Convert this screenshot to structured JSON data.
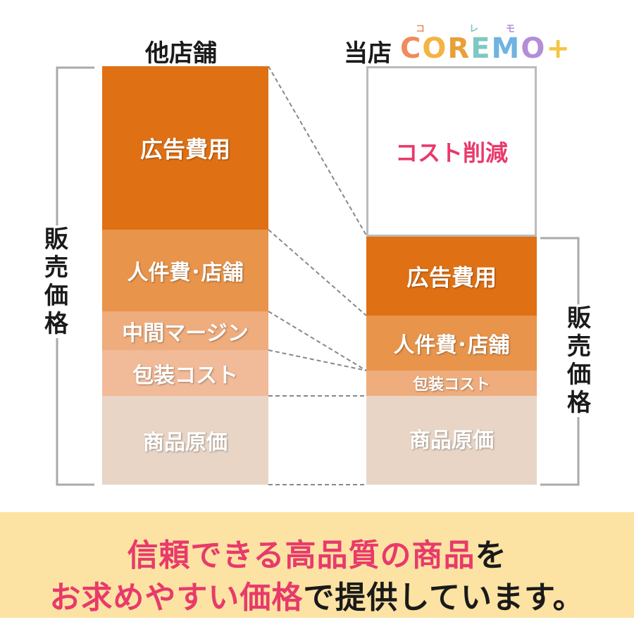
{
  "left_header": "他店舗",
  "right_header_prefix": "当店",
  "logo": {
    "letters": [
      {
        "ch": "C",
        "color": "#f08a5d"
      },
      {
        "ch": "O",
        "color": "#f5b342"
      },
      {
        "ch": "R",
        "color": "#e8a03a"
      },
      {
        "ch": "E",
        "color": "#7ec8c4"
      },
      {
        "ch": "M",
        "color": "#6fb3e0"
      },
      {
        "ch": "O",
        "color": "#b38ed6"
      },
      {
        "ch": "+",
        "color": "#f5c542"
      }
    ],
    "kana": [
      "コ",
      "レ",
      "モ"
    ]
  },
  "left_segments": [
    {
      "label": "広告費用",
      "color": "#e07014"
    },
    {
      "label": "人件費･店舗",
      "color": "#e8944a"
    },
    {
      "label": "中間マージン",
      "color": "#efac7c"
    },
    {
      "label": "包装コスト",
      "color": "#f1ba98"
    },
    {
      "label": "商品原価",
      "color": "#e8d5c5"
    }
  ],
  "right_segments": [
    {
      "label": "コスト削減",
      "color": "#ffffff",
      "text_color": "#e83a6b"
    },
    {
      "label": "広告費用",
      "color": "#e07014"
    },
    {
      "label": "人件費･店舗",
      "color": "#e8944a"
    },
    {
      "label": "包装コスト",
      "color": "#efac7c"
    },
    {
      "label": "商品原価",
      "color": "#e8d5c5"
    }
  ],
  "side_label": [
    "販",
    "売",
    "価",
    "格"
  ],
  "message": {
    "line1_pink": "信頼できる高品質の商品",
    "line1_dark": "を",
    "line2_pink": "お求めやすい価格",
    "line2_dark": "で提供しています。"
  }
}
